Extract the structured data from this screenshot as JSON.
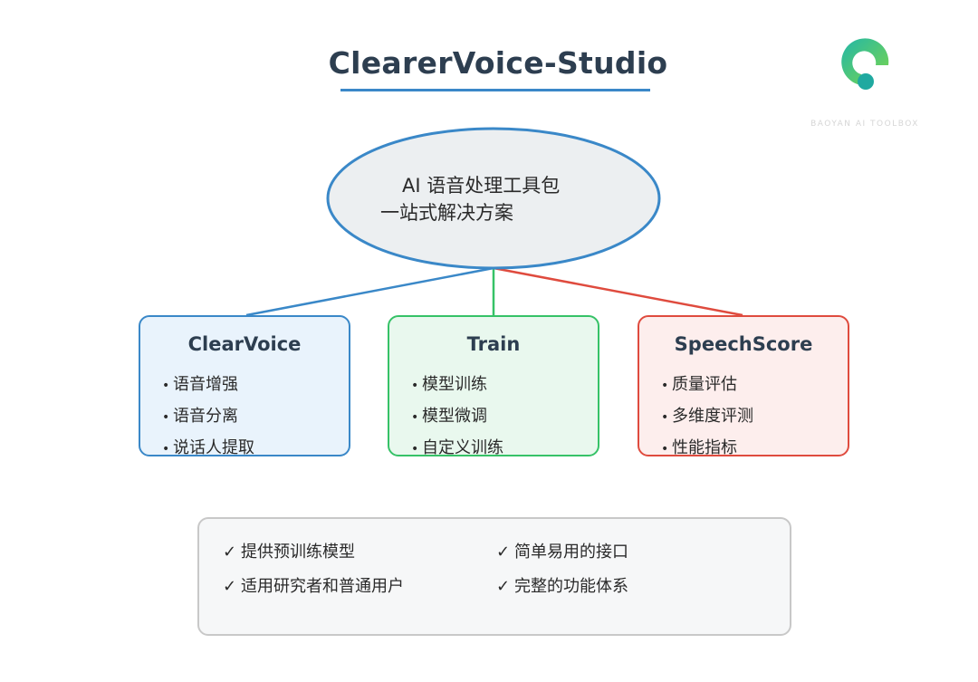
{
  "title": "ClearerVoice-Studio",
  "hub": {
    "line1": "AI 语音处理工具包",
    "line2": "一站式解决方案"
  },
  "cards": [
    {
      "title": "ClearVoice",
      "color": "#3a88c8",
      "items": [
        "语音增强",
        "语音分离",
        "说话人提取"
      ]
    },
    {
      "title": "Train",
      "color": "#36c267",
      "items": [
        "模型训练",
        "模型微调",
        "自定义训练"
      ]
    },
    {
      "title": "SpeechScore",
      "color": "#df4b3e",
      "items": [
        "质量评估",
        "多维度评测",
        "性能指标"
      ]
    }
  ],
  "bullet_glyph": "•",
  "check_glyph": "✓",
  "features": [
    "提供预训练模型",
    "简单易用的接口",
    "适用研究者和普通用户",
    "完整的功能体系"
  ],
  "watermark": {
    "icon": "brand-logo-icon",
    "text": "BAOYAN AI TOOLBOX"
  }
}
